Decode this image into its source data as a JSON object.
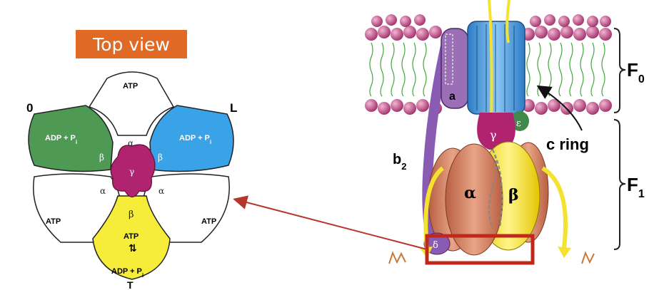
{
  "top_view": {
    "title": "Top view",
    "state_left": "0",
    "state_right": "L",
    "state_bottom": "T",
    "subunits": {
      "top": {
        "label": "ATP",
        "color": "#ffffff"
      },
      "upper_left": {
        "label": "ADP + P",
        "sub": "i",
        "color": "#4e9a55"
      },
      "upper_right": {
        "label": "ADP + P",
        "sub": "i",
        "color": "#3aa2e6"
      },
      "lower_left": {
        "label": "ATP",
        "color": "#ffffff"
      },
      "lower_right": {
        "label": "ATP",
        "color": "#ffffff"
      },
      "bottom": {
        "label_top": "ATP",
        "label_bottom": "ADP + P",
        "sub": "i",
        "color": "#f5ed3a"
      }
    },
    "alpha": "α",
    "beta": "β",
    "gamma": "γ",
    "gamma_color": "#b0246f"
  },
  "side_view": {
    "membrane_label": "F",
    "membrane_sub": "0",
    "head_label": "F",
    "head_sub": "1",
    "a_label": "a",
    "b_label": "b",
    "b_sub": "2",
    "c_ring_label": "c ring",
    "gamma": "γ",
    "epsilon": "ε",
    "delta": "δ",
    "alpha": "α",
    "beta": "β"
  },
  "colors": {
    "highlight_box": "#c0281c",
    "arrow": "#b5362c",
    "membrane_head": "#b4417f",
    "alpha_color": "#d98a6a",
    "beta_color": "#f7ea3a",
    "c_ring_color": "#4f9ee0",
    "a_color": "#9b6fb5"
  }
}
